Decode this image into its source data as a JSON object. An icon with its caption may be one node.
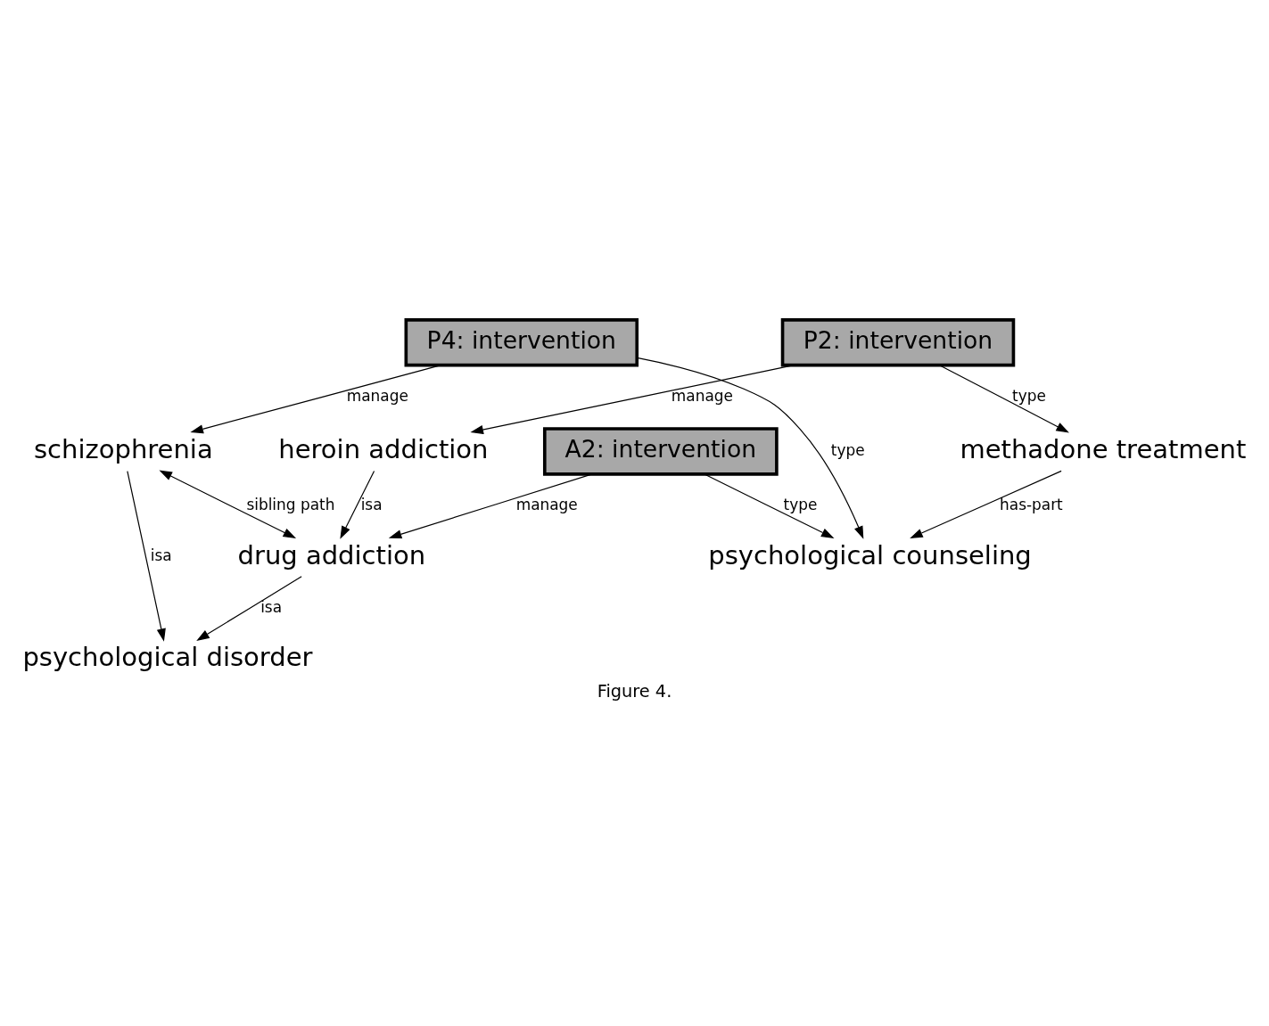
{
  "diagram": {
    "caption": "Figure 4.",
    "nodes": [
      {
        "text": [
          "P2: intervention"
        ]
      },
      {
        "text": [
          "methadone treatment"
        ]
      },
      {
        "text": [
          "heroin addiction"
        ]
      },
      {
        "text": [
          "P4: intervention"
        ]
      },
      {
        "text": [
          "psychological counseling"
        ]
      },
      {
        "text": [
          "schizophrenia"
        ]
      },
      {
        "text": [
          "A2: intervention"
        ]
      },
      {
        "text": [
          "psychological disorder"
        ]
      },
      {
        "text": [
          "drug addiction"
        ]
      }
    ],
    "edges": [
      {
        "from": 0,
        "to": 1,
        "arrow": "to",
        "label": "type"
      },
      {
        "from": 0,
        "to": 2,
        "arrow": "to",
        "label": "manage"
      },
      {
        "from": 1,
        "to": 4,
        "arrow": "to",
        "label": "has-part"
      },
      {
        "from": 3,
        "to": 5,
        "arrow": "to",
        "label": "manage"
      },
      {
        "from": 3,
        "to": 4,
        "arrow": "to",
        "label": "type"
      },
      {
        "from": 6,
        "to": 4,
        "arrow": "to",
        "label": "type"
      },
      {
        "from": 2,
        "to": 8,
        "arrow": "to",
        "label": "isa"
      },
      {
        "from": 5,
        "to": 7,
        "arrow": "to",
        "label": "isa"
      },
      {
        "from": 6,
        "to": 8,
        "arrow": "to",
        "label": "manage"
      },
      {
        "from": 8,
        "to": 7,
        "arrow": "to",
        "label": "isa"
      },
      {
        "from": 5,
        "to": 8,
        "arrow": "both",
        "label": "sibling path"
      }
    ]
  }
}
